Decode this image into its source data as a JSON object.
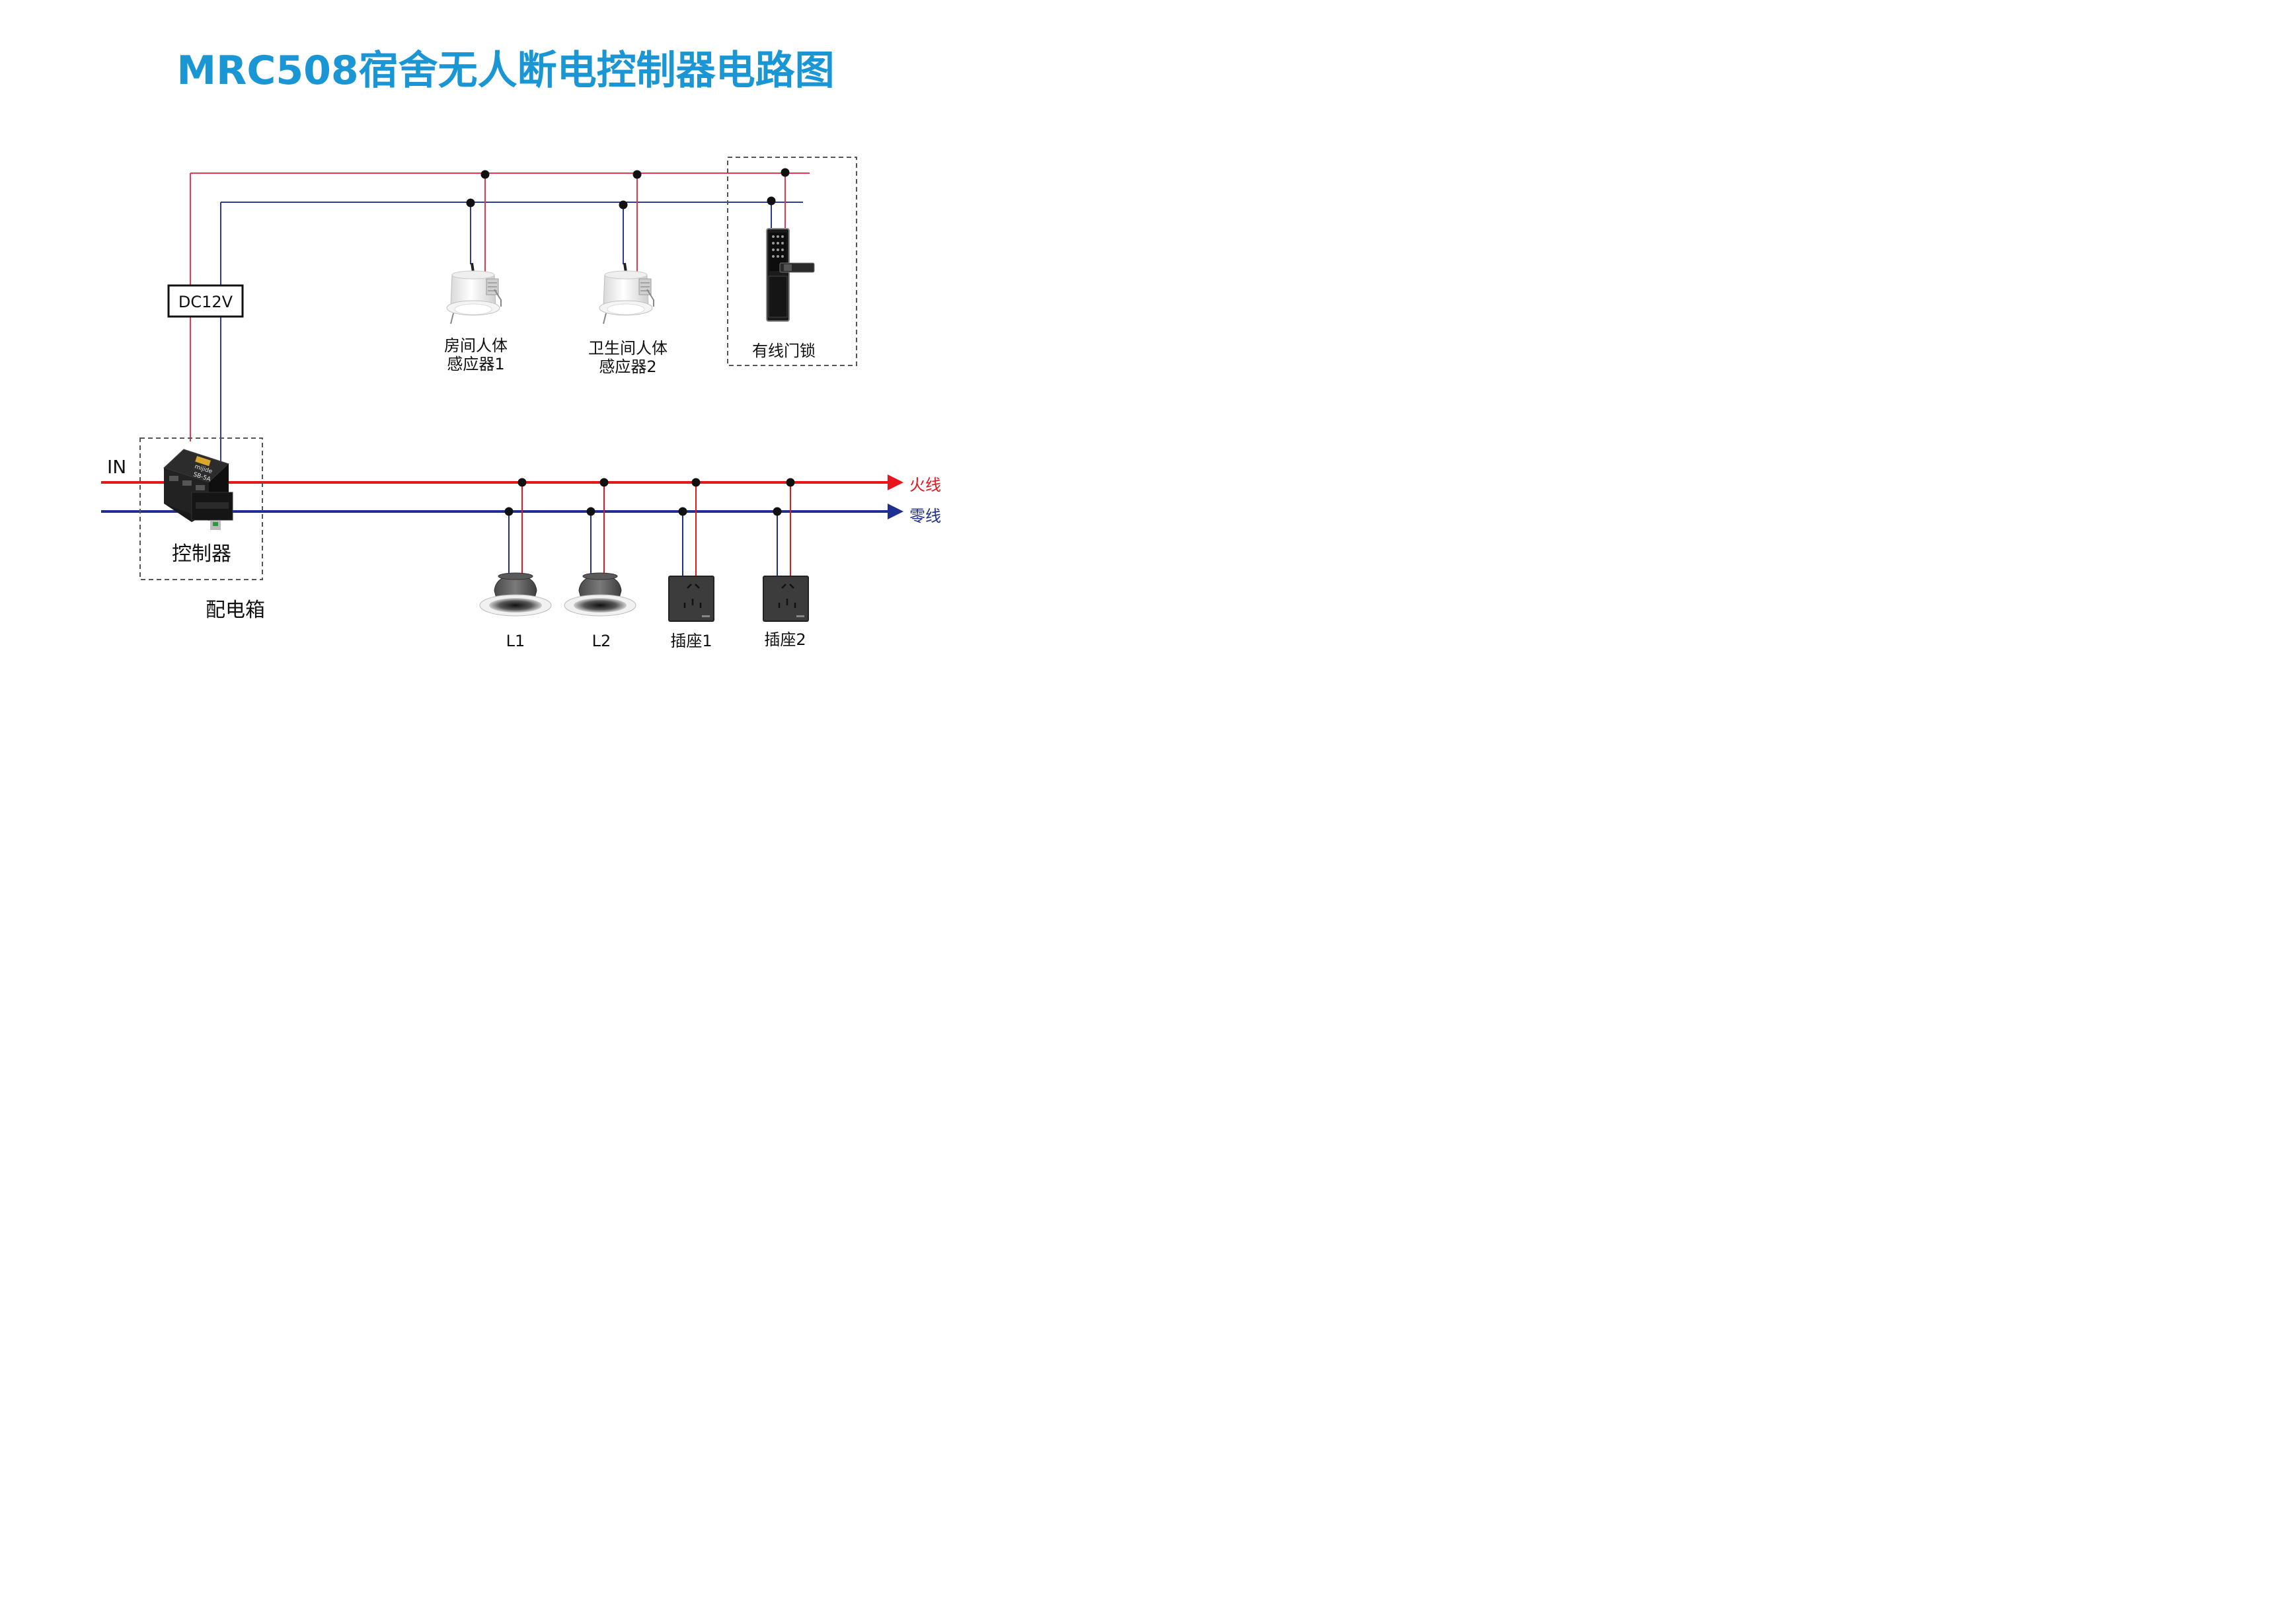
{
  "title": "MRC508宿舍无人断电控制器电路图",
  "colors": {
    "title": "#1a96d4",
    "live": "#e8161c",
    "neutral": "#1f2f8f",
    "upper_live": "#e8384f",
    "upper_neutral": "#2a3a9a"
  },
  "labels": {
    "in": "IN",
    "live_wire": "火线",
    "neutral_wire": "零线",
    "dc": "DC12V",
    "controller": "控制器",
    "distribution_box": "配电箱"
  },
  "controller_device": {
    "brand": "mijide",
    "model": "SB-5A"
  },
  "sensors": [
    {
      "line1": "房间人体",
      "line2": "感应器1",
      "icon": "ceiling-motion-sensor-icon"
    },
    {
      "line1": "卫生间人体",
      "line2": "感应器2",
      "icon": "ceiling-motion-sensor-icon"
    }
  ],
  "door_lock": {
    "label": "有线门锁",
    "icon": "door-lock-icon"
  },
  "loads": [
    {
      "label": "L1",
      "icon": "downlight-icon"
    },
    {
      "label": "L2",
      "icon": "downlight-icon"
    },
    {
      "label": "插座1",
      "icon": "wall-socket-icon"
    },
    {
      "label": "插座2",
      "icon": "wall-socket-icon"
    }
  ]
}
